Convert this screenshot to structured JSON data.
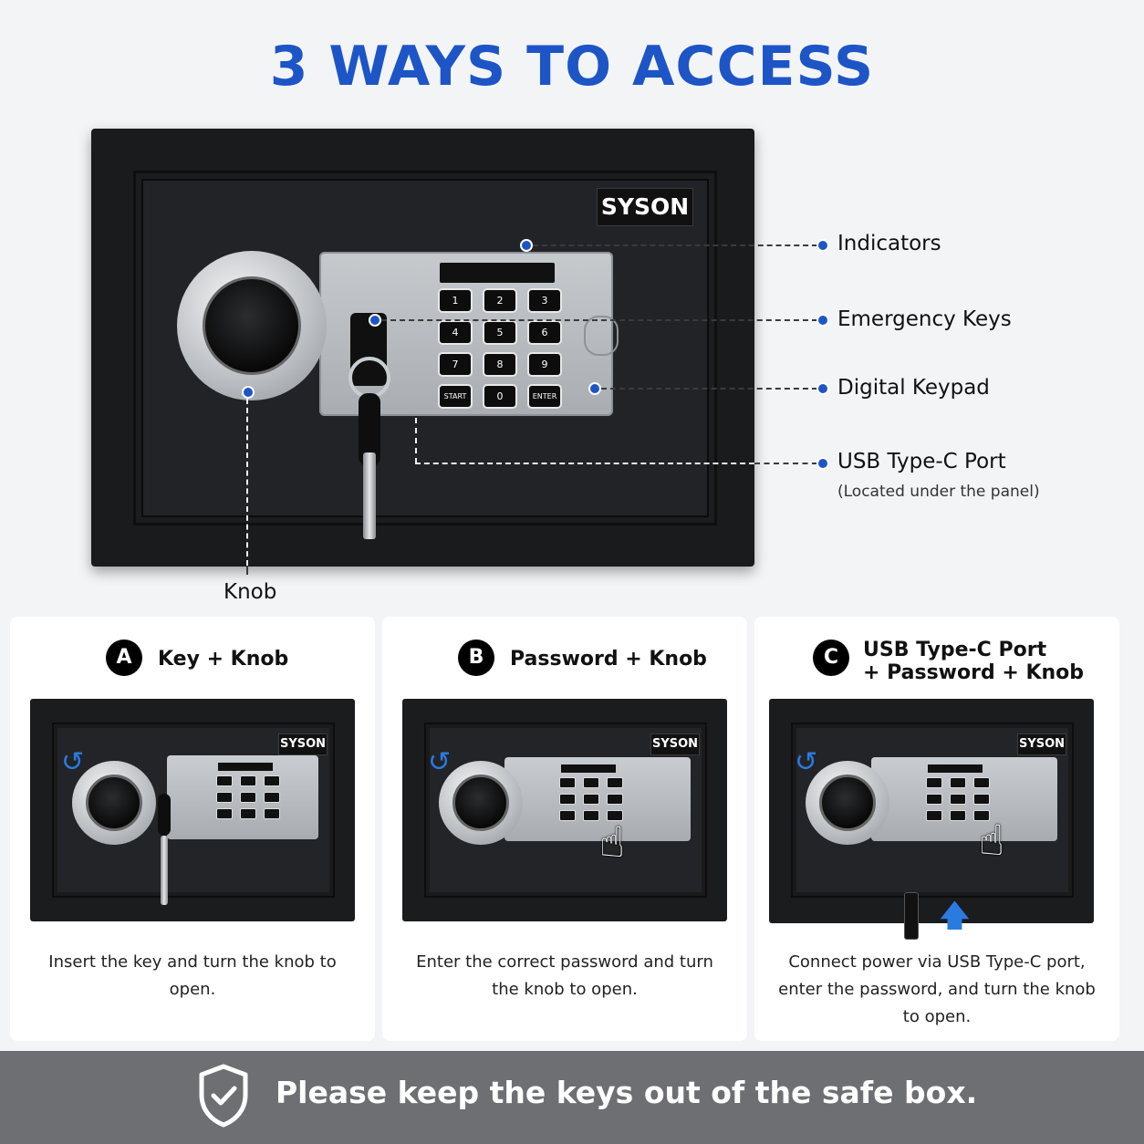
{
  "title": "3 WAYS TO ACCESS",
  "brand": "SYSON",
  "keypad": {
    "keys": [
      "1",
      "2",
      "3",
      "4",
      "5",
      "6",
      "7",
      "8",
      "9",
      "START",
      "0",
      "ENTER"
    ]
  },
  "callouts": {
    "indicators": "Indicators",
    "emergency_keys": "Emergency Keys",
    "digital_keypad": "Digital Keypad",
    "usb_port": "USB Type-C Port",
    "usb_port_note": "(Located under the panel)",
    "knob": "Knob"
  },
  "methods": [
    {
      "badge": "A",
      "title_line1": "Key + Knob",
      "title_line2": "",
      "description": "Insert the key and turn the knob to open."
    },
    {
      "badge": "B",
      "title_line1": "Password + Knob",
      "title_line2": "",
      "description": "Enter the correct password and turn the knob to open."
    },
    {
      "badge": "C",
      "title_line1": "USB Type-C Port",
      "title_line2": "+ Password + Knob",
      "description": "Connect power via USB Type-C port, enter the password, and turn the knob to open."
    }
  ],
  "footer": {
    "icon": "shield-check-icon",
    "text": "Please keep the keys out of the safe box."
  },
  "colors": {
    "accent": "#1d55c6",
    "footer_bg": "#6e6f72"
  }
}
